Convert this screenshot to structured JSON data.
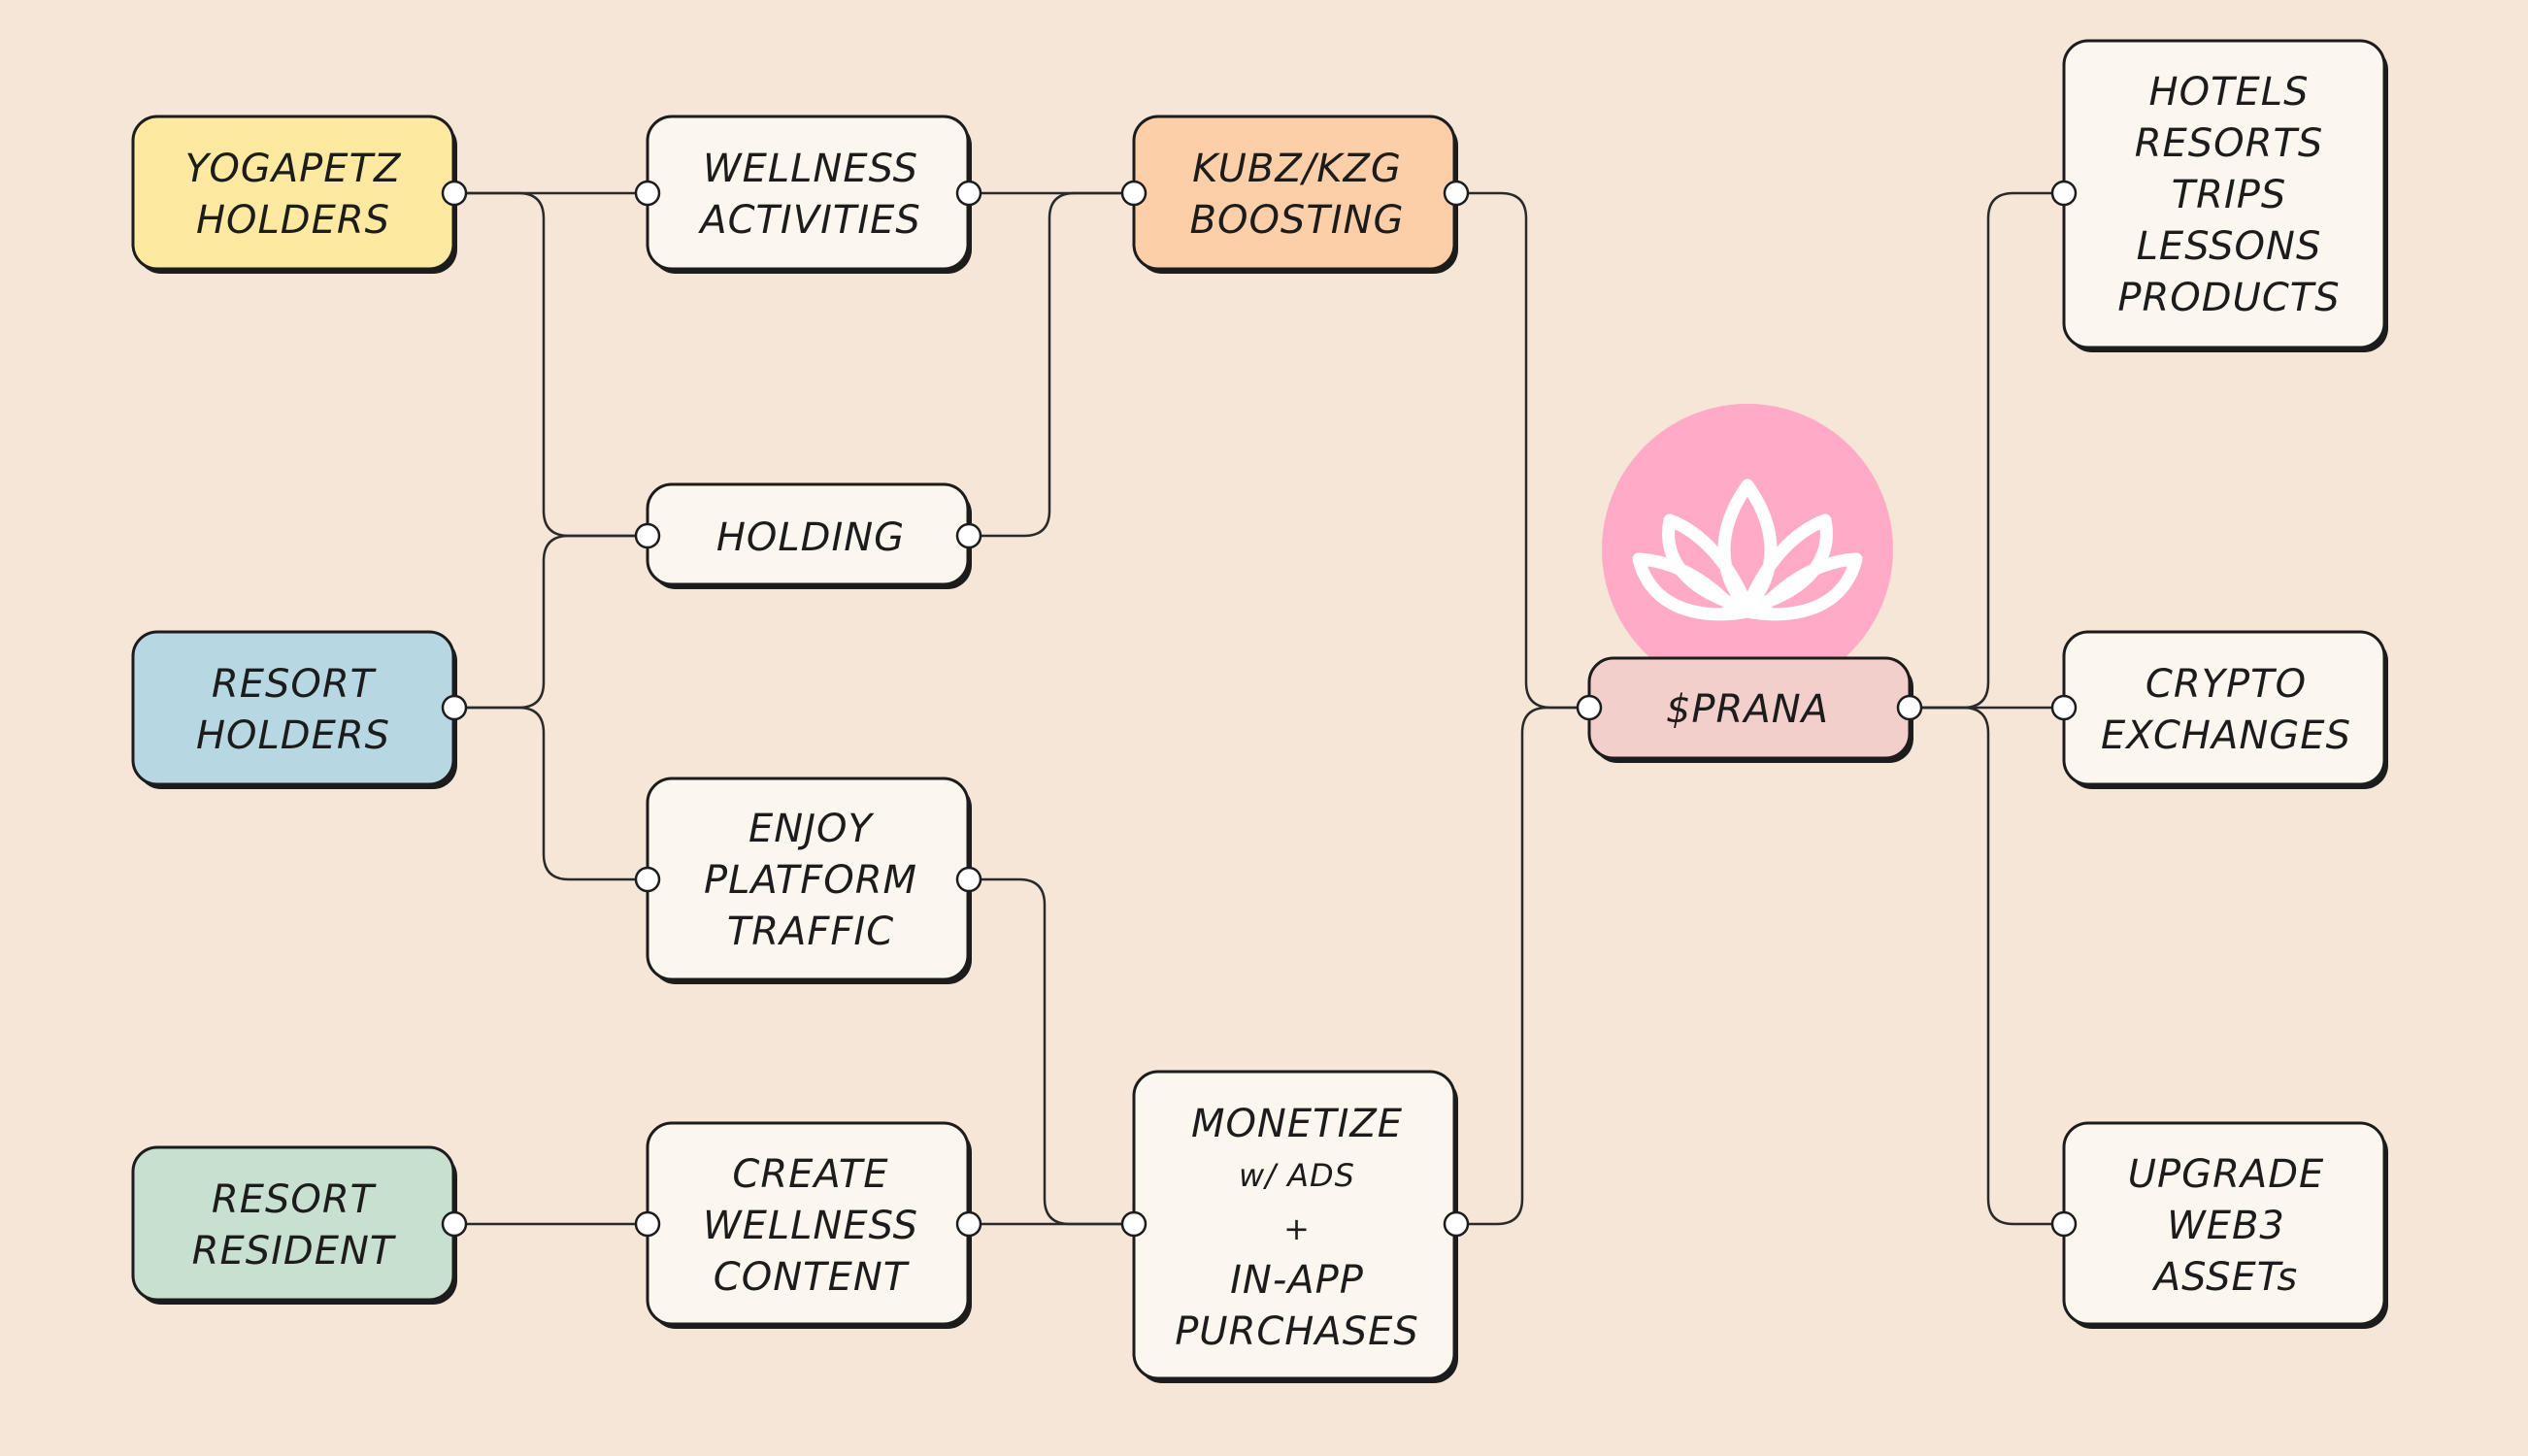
{
  "colors": {
    "background": "#f6e6d7",
    "cream": "#fbf7ee",
    "yellow": "#fde9a0",
    "blue": "#b7d8e3",
    "green": "#c7e0cf",
    "orange": "#fdcfa9",
    "pink": "#f3cfcb",
    "lotus_circle": "#ffabc7"
  },
  "nodes": {
    "yogapetz_holders": {
      "lines": [
        "YOGAPETZ",
        "HOLDERS"
      ]
    },
    "resort_holders": {
      "lines": [
        "RESORT",
        "HOLDERS"
      ]
    },
    "resort_resident": {
      "lines": [
        "RESORT",
        "RESIDENT"
      ]
    },
    "wellness_activities": {
      "lines": [
        "WELLNESS",
        "ACTIVITIES"
      ]
    },
    "holding": {
      "lines": [
        "HOLDING"
      ]
    },
    "enjoy_platform_traffic": {
      "lines": [
        "ENJOY",
        "PLATFORM",
        "TRAFFIC"
      ]
    },
    "create_wellness_content": {
      "lines": [
        "CREATE",
        "WELLNESS",
        "CONTENT"
      ]
    },
    "kubz_kzg_boosting": {
      "lines": [
        "KUBZ/KZG",
        "BOOSTING"
      ]
    },
    "monetize": {
      "lines": [
        "MONETIZE",
        "w/ ADS",
        "+",
        "IN-APP",
        "PURCHASES"
      ]
    },
    "prana": {
      "lines": [
        "$PRANA"
      ]
    },
    "hotels": {
      "lines": [
        "HOTELS",
        "RESORTS",
        "TRIPS",
        "LESSONS",
        "PRODUCTS"
      ]
    },
    "crypto_exchanges": {
      "lines": [
        "CRYPTO",
        "EXCHANGES"
      ]
    },
    "upgrade_web3": {
      "lines": [
        "UPGRADE",
        "WEB3",
        "ASSETs"
      ]
    }
  },
  "icons": {
    "prana_logo": "lotus-icon"
  }
}
